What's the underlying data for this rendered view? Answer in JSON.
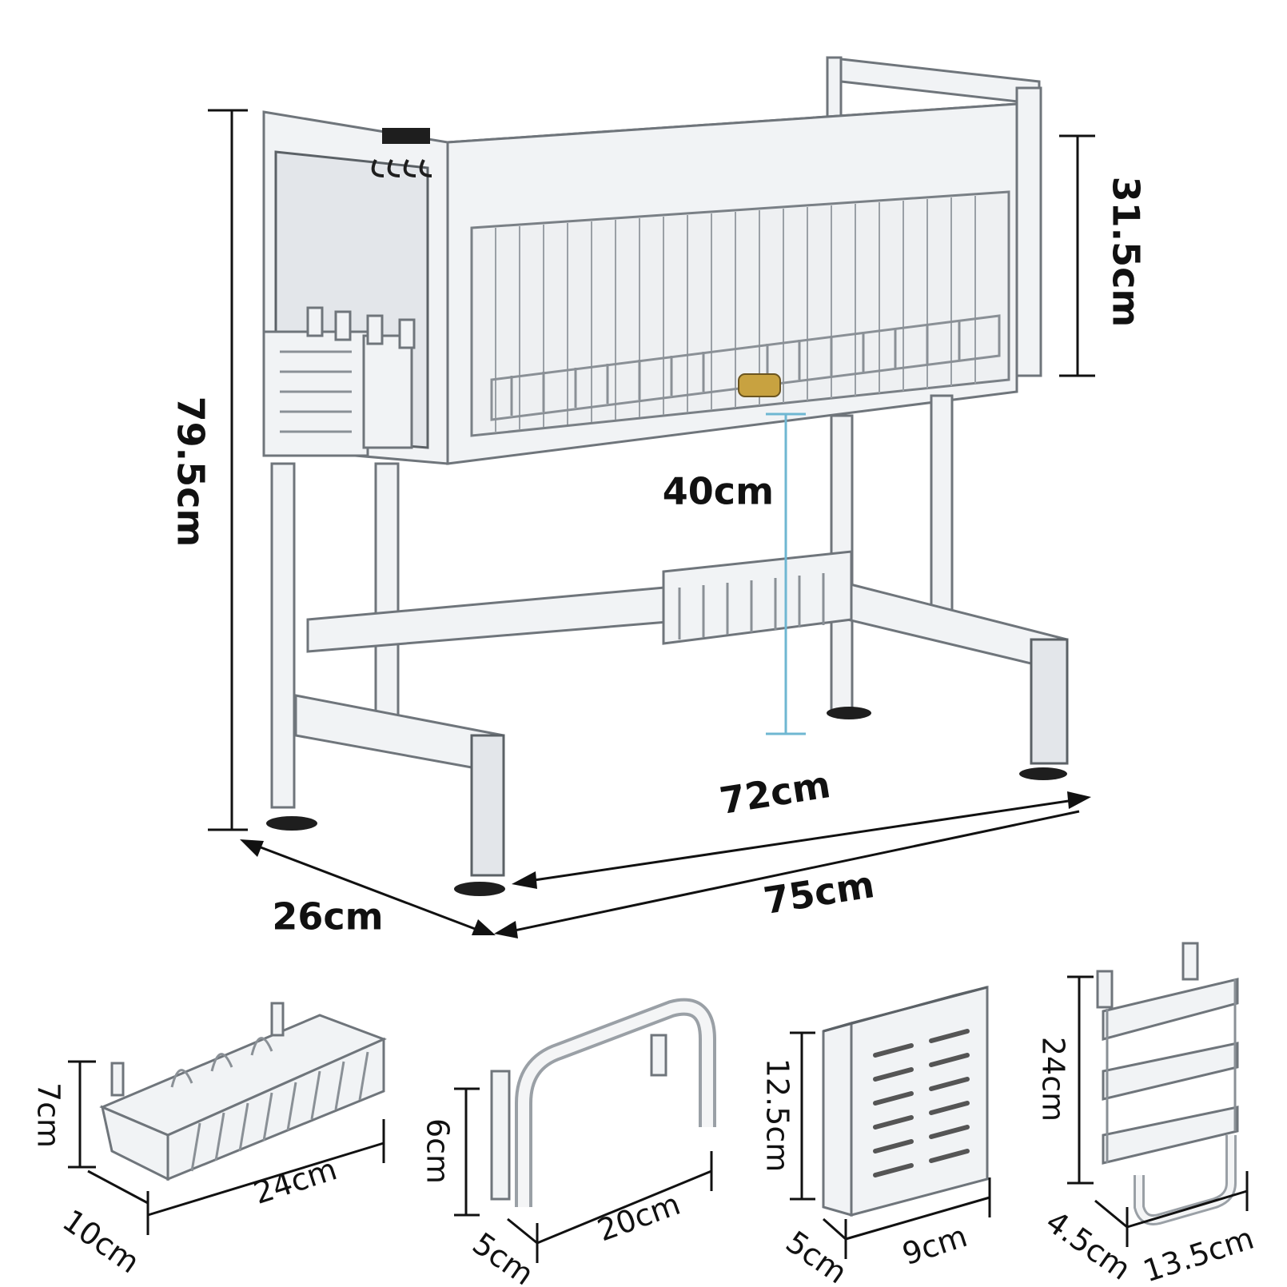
{
  "main_rack": {
    "dimensions": {
      "total_height": "79.5cm",
      "cabinet_height": "31.5cm",
      "clearance_height": "40cm",
      "inner_width": "72cm",
      "outer_width": "75cm",
      "depth": "26cm"
    },
    "colors": {
      "clearance_line": "#6fb7d2",
      "knob": "#c8a240"
    }
  },
  "accessories": {
    "sponge_basket": {
      "height": "7cm",
      "depth": "10cm",
      "width": "24cm"
    },
    "towel_bar": {
      "height": "6cm",
      "depth": "5cm",
      "width": "20cm"
    },
    "utensil_holder": {
      "height": "12.5cm",
      "depth": "5cm",
      "width": "9cm"
    },
    "knife_holder": {
      "height": "24cm",
      "depth": "4.5cm",
      "width": "13.5cm"
    }
  }
}
